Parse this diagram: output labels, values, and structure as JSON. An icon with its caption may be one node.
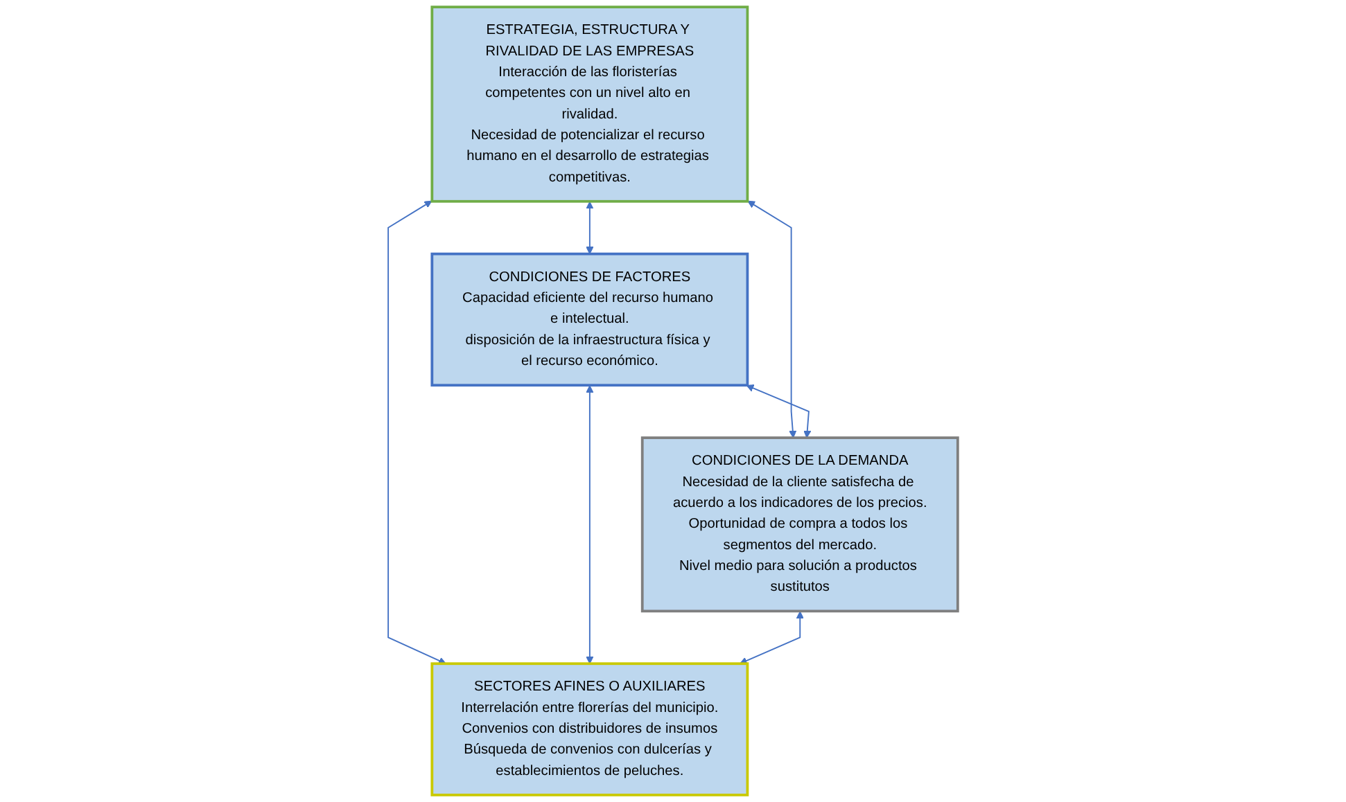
{
  "diagram": {
    "nodes": [
      {
        "text": [
          "ESTRATEGIA, ESTRUCTURA Y RIVALIDAD DE LAS EMPRESAS",
          "Interacción de las floristerías competentes con un nivel alto en rivalidad.",
          "Necesidad de potencializar el recurso humano en el desarrollo de estrategias competitivas."
        ]
      },
      {
        "text": [
          "CONDICIONES DE FACTORES",
          "Capacidad eficiente del recurso humano e intelectual.",
          "disposición de la infraestructura física y el recurso económico."
        ]
      },
      {
        "text": [
          "CONDICIONES DE LA DEMANDA",
          "Necesidad de la cliente satisfecha de acuerdo a los indicadores de los precios.",
          "Oportunidad de compra a todos los segmentos del mercado.",
          "Nivel medio para solución a productos sustitutos"
        ]
      },
      {
        "text": [
          "SECTORES AFINES O AUXILIARES",
          "Interrelación entre florerías del municipio.",
          "Convenios con distribuidores de insumos",
          "Búsqueda de convenios con dulcerías y establecimientos de peluches."
        ]
      }
    ],
    "edges": [
      {
        "from": 0,
        "to": 1,
        "arrow": "both"
      },
      {
        "from": 0,
        "to": 2,
        "arrow": "both"
      },
      {
        "from": 0,
        "to": 3,
        "arrow": "both"
      },
      {
        "from": 1,
        "to": 2,
        "arrow": "both"
      },
      {
        "from": 1,
        "to": 3,
        "arrow": "both"
      },
      {
        "from": 2,
        "to": 3,
        "arrow": "both"
      }
    ]
  }
}
